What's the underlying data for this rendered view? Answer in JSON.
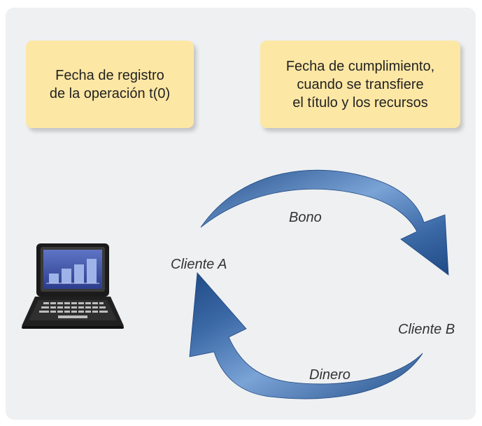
{
  "notes": {
    "registro": [
      "Fecha de registro",
      "de la operación t(0)"
    ],
    "cumplimiento": [
      "Fecha de cumplimiento,",
      "cuando se transfiere",
      "el título y los recursos"
    ]
  },
  "labels": {
    "bono": "Bono",
    "cliente_a": "Cliente A",
    "cliente_b": "Cliente B",
    "dinero": "Dinero"
  },
  "icons": {
    "laptop": "laptop-icon",
    "arrow_top": "arrow-curved-right-icon",
    "arrow_bottom": "arrow-curved-left-icon"
  },
  "colors": {
    "panel": "#eef0f2",
    "note": "#fde7a4",
    "arrow_dark": "#2e5a93",
    "arrow_light": "#6f9ad1"
  }
}
